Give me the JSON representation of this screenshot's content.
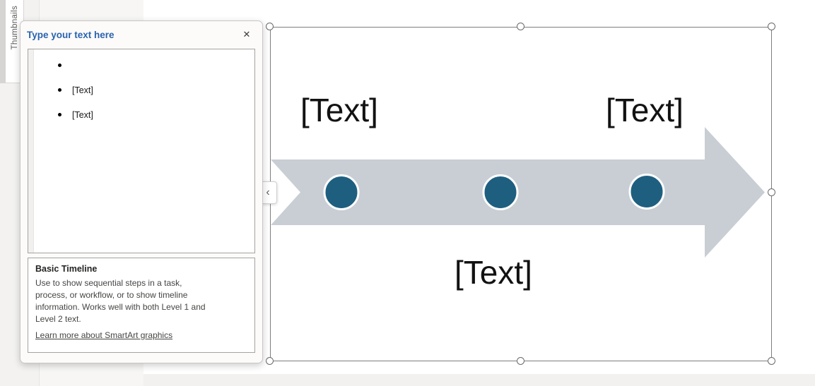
{
  "colors": {
    "accent": "#2a63ae",
    "band": "#c9ced5",
    "milestone": "#1e5f80",
    "selection_frame": "#7e7e7e"
  },
  "thumbnails": {
    "label": "Thumbnails"
  },
  "text_pane": {
    "title": "Type your text here",
    "items": [
      "",
      "[Text]",
      "[Text]"
    ],
    "info": {
      "title": "Basic Timeline",
      "description": "Use to show sequential steps in a task, process, or workflow, or to show timeline information. Works well with both Level 1 and Level 2 text.",
      "link": "Learn more about SmartArt graphics"
    }
  },
  "icons": {
    "close": "✕",
    "collapse_chevron": "‹"
  },
  "canvas": {
    "labels": [
      "[Text]",
      "[Text]",
      "[Text]"
    ]
  }
}
